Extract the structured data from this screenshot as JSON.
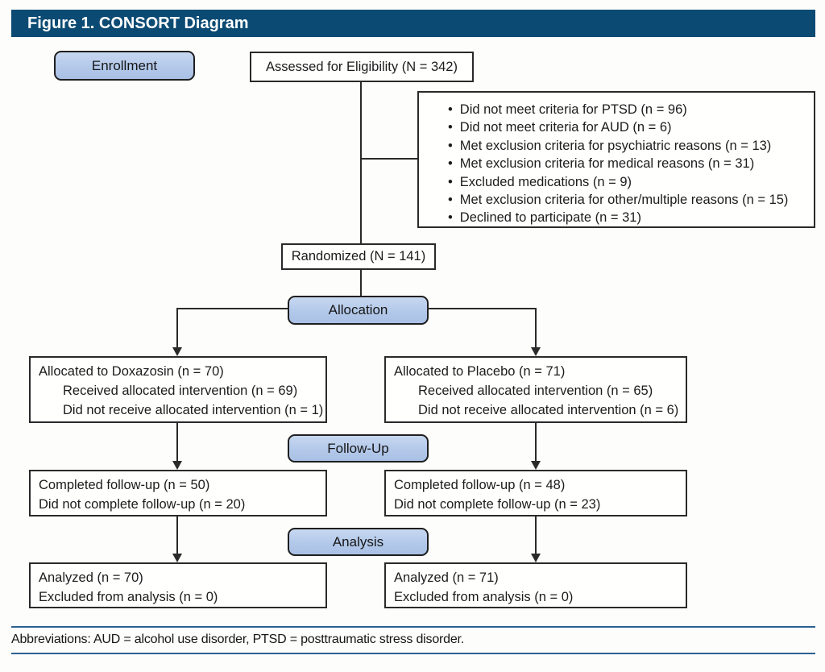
{
  "title": "Figure 1. CONSORT Diagram",
  "colors": {
    "header_bg": "#0b4a73",
    "pill_fill": "#b3c9ea",
    "pill_border": "#1f1f1f",
    "box_border": "#2a2a2a",
    "footer_line": "#2d6191",
    "background": "#fdfdfb"
  },
  "stages": {
    "enrollment": "Enrollment",
    "allocation": "Allocation",
    "followup": "Follow-Up",
    "analysis": "Analysis"
  },
  "boxes": {
    "assessed": "Assessed for Eligibility (N = 342)",
    "excluded_items": [
      "Did not meet criteria for PTSD (n = 96)",
      "Did not meet criteria for AUD (n = 6)",
      "Met exclusion criteria for psychiatric reasons (n = 13)",
      "Met exclusion criteria for medical reasons (n = 31)",
      "Excluded medications (n = 9)",
      "Met exclusion criteria for other/multiple reasons (n = 15)",
      "Declined to participate (n = 31)"
    ],
    "randomized": "Randomized (N = 141)",
    "alloc_left": {
      "line1": "Allocated to Doxazosin (n = 70)",
      "line2": "Received allocated intervention (n = 69)",
      "line3": "Did not receive allocated intervention (n = 1)"
    },
    "alloc_right": {
      "line1": "Allocated to Placebo (n = 71)",
      "line2": "Received allocated intervention (n = 65)",
      "line3": "Did not receive allocated intervention (n = 6)"
    },
    "followup_left": {
      "line1": "Completed follow-up (n = 50)",
      "line2": "Did not complete follow-up (n = 20)"
    },
    "followup_right": {
      "line1": "Completed follow-up (n = 48)",
      "line2": "Did not complete follow-up (n = 23)"
    },
    "analysis_left": {
      "line1": "Analyzed (n = 70)",
      "line2": "Excluded from analysis (n = 0)"
    },
    "analysis_right": {
      "line1": "Analyzed (n = 71)",
      "line2": "Excluded from analysis (n = 0)"
    }
  },
  "footer": "Abbreviations: AUD = alcohol use disorder, PTSD = posttraumatic stress disorder."
}
